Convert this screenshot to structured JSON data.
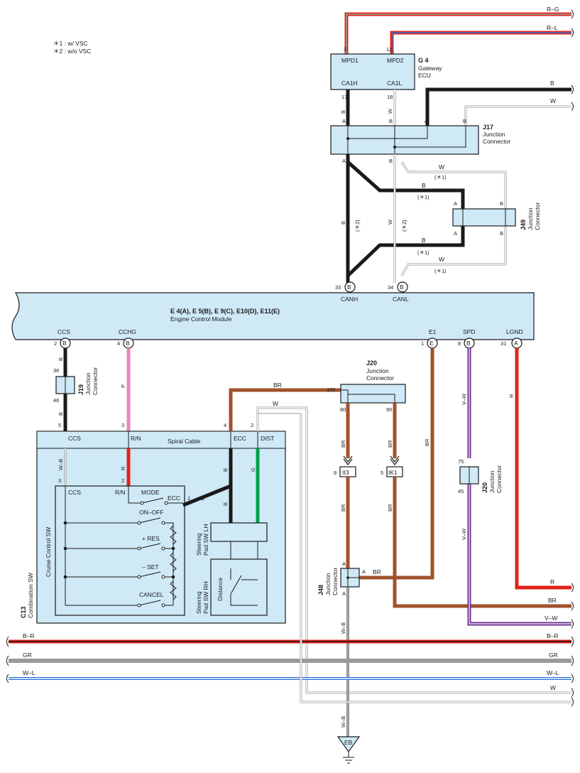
{
  "legend": {
    "note1": "＊1 : w/ VSC",
    "note2": "＊2 : w/o VSC"
  },
  "gateway": {
    "id": "G 4",
    "name1": "Gateway",
    "name2": "ECU",
    "mpd1": "MPD1",
    "mpd2": "MPD2",
    "ca1h": "CA1H",
    "ca1l": "CA1L",
    "pin3": "3",
    "pin12": "12",
    "pin17": "17",
    "pin18": "18"
  },
  "j17": {
    "id": "J17",
    "name1": "Junction",
    "name2": "Connector",
    "a": "A",
    "b": "B"
  },
  "j49": {
    "id": "J49",
    "name1": "Junction",
    "name2": "Connector",
    "a": "A",
    "b": "B"
  },
  "star1": "(＊1)",
  "star2": "(＊2)",
  "ecm": {
    "title": "E 4(A), E 5(B), E 9(C), E10(D), E11(E)",
    "name": "Engine Control Module",
    "canh": "CANH",
    "canl": "CANL",
    "pin33": "33",
    "pin34": "34",
    "ccs": "CCS",
    "cchg": "CCHG",
    "e1": "E1",
    "spd": "SPD",
    "lgnd": "LGND",
    "pin2": "2",
    "pin4": "4",
    "pin1": "1",
    "pin8": "8",
    "pin31": "31",
    "B": "B",
    "E": "E",
    "A": "A"
  },
  "j19": {
    "id": "J19",
    "name1": "Junction",
    "name2": "Connector",
    "pin36": "36",
    "pin46": "46"
  },
  "j20a": {
    "id": "J20",
    "name1": "Junction",
    "name2": "Connector",
    "pin100": "100",
    "pin80": "80",
    "pin90": "90"
  },
  "j20b": {
    "id": "J20",
    "name1": "Junction",
    "name2": "Connector",
    "pin75": "75",
    "pin45": "45"
  },
  "j48": {
    "id": "J48",
    "name1": "Junction",
    "name2": "Connector",
    "a": "A"
  },
  "conn_ii3": {
    "label": "II3",
    "pin": "8"
  },
  "conn_ik1": {
    "label": "IK1",
    "pin": "5"
  },
  "c13": {
    "id": "C13",
    "name": "Combination SW",
    "spiral": "Spiral Cable",
    "ccs": "CCS",
    "rn": "R/N",
    "ecc": "ECC",
    "dist": "DIST",
    "pin5": "5",
    "pin3": "3",
    "pin4": "4",
    "pin2": "2",
    "pin3b": "3",
    "pin2b": "2",
    "pin1": "1"
  },
  "cruise": {
    "title": "Cruise Control SW",
    "ccs": "CCS",
    "rn": "R/N",
    "mode": "MODE",
    "ecc": "ECC",
    "onoff": "ON–OFF",
    "res": "+ RES",
    "set": "– SET",
    "cancel": "CANCEL"
  },
  "steering_lh": {
    "name1": "Steering",
    "name2": "Pad SW LH"
  },
  "steering_rh": {
    "name1": "Steering",
    "name2": "Pad SW RH",
    "distance": "Distance"
  },
  "ground": {
    "label": "EB"
  },
  "wires": {
    "R_G": "R–G",
    "R_L": "R–L",
    "B": "B",
    "W": "W",
    "BR": "BR",
    "R": "R",
    "V_W": "V–W",
    "B_R": "B–R",
    "GR": "GR",
    "W_L": "W–L",
    "W_B": "W–B",
    "P": "P",
    "G": "G"
  },
  "colors": {
    "black": "#1a1a1a",
    "brown": "#a0522d",
    "red": "#e2231a",
    "pink": "#ee86bd",
    "green": "#00a14b",
    "violet": "#6a2c91",
    "gray": "#9a9a9a",
    "blue": "#2a6fd6",
    "fill": "#cfe9f6"
  }
}
